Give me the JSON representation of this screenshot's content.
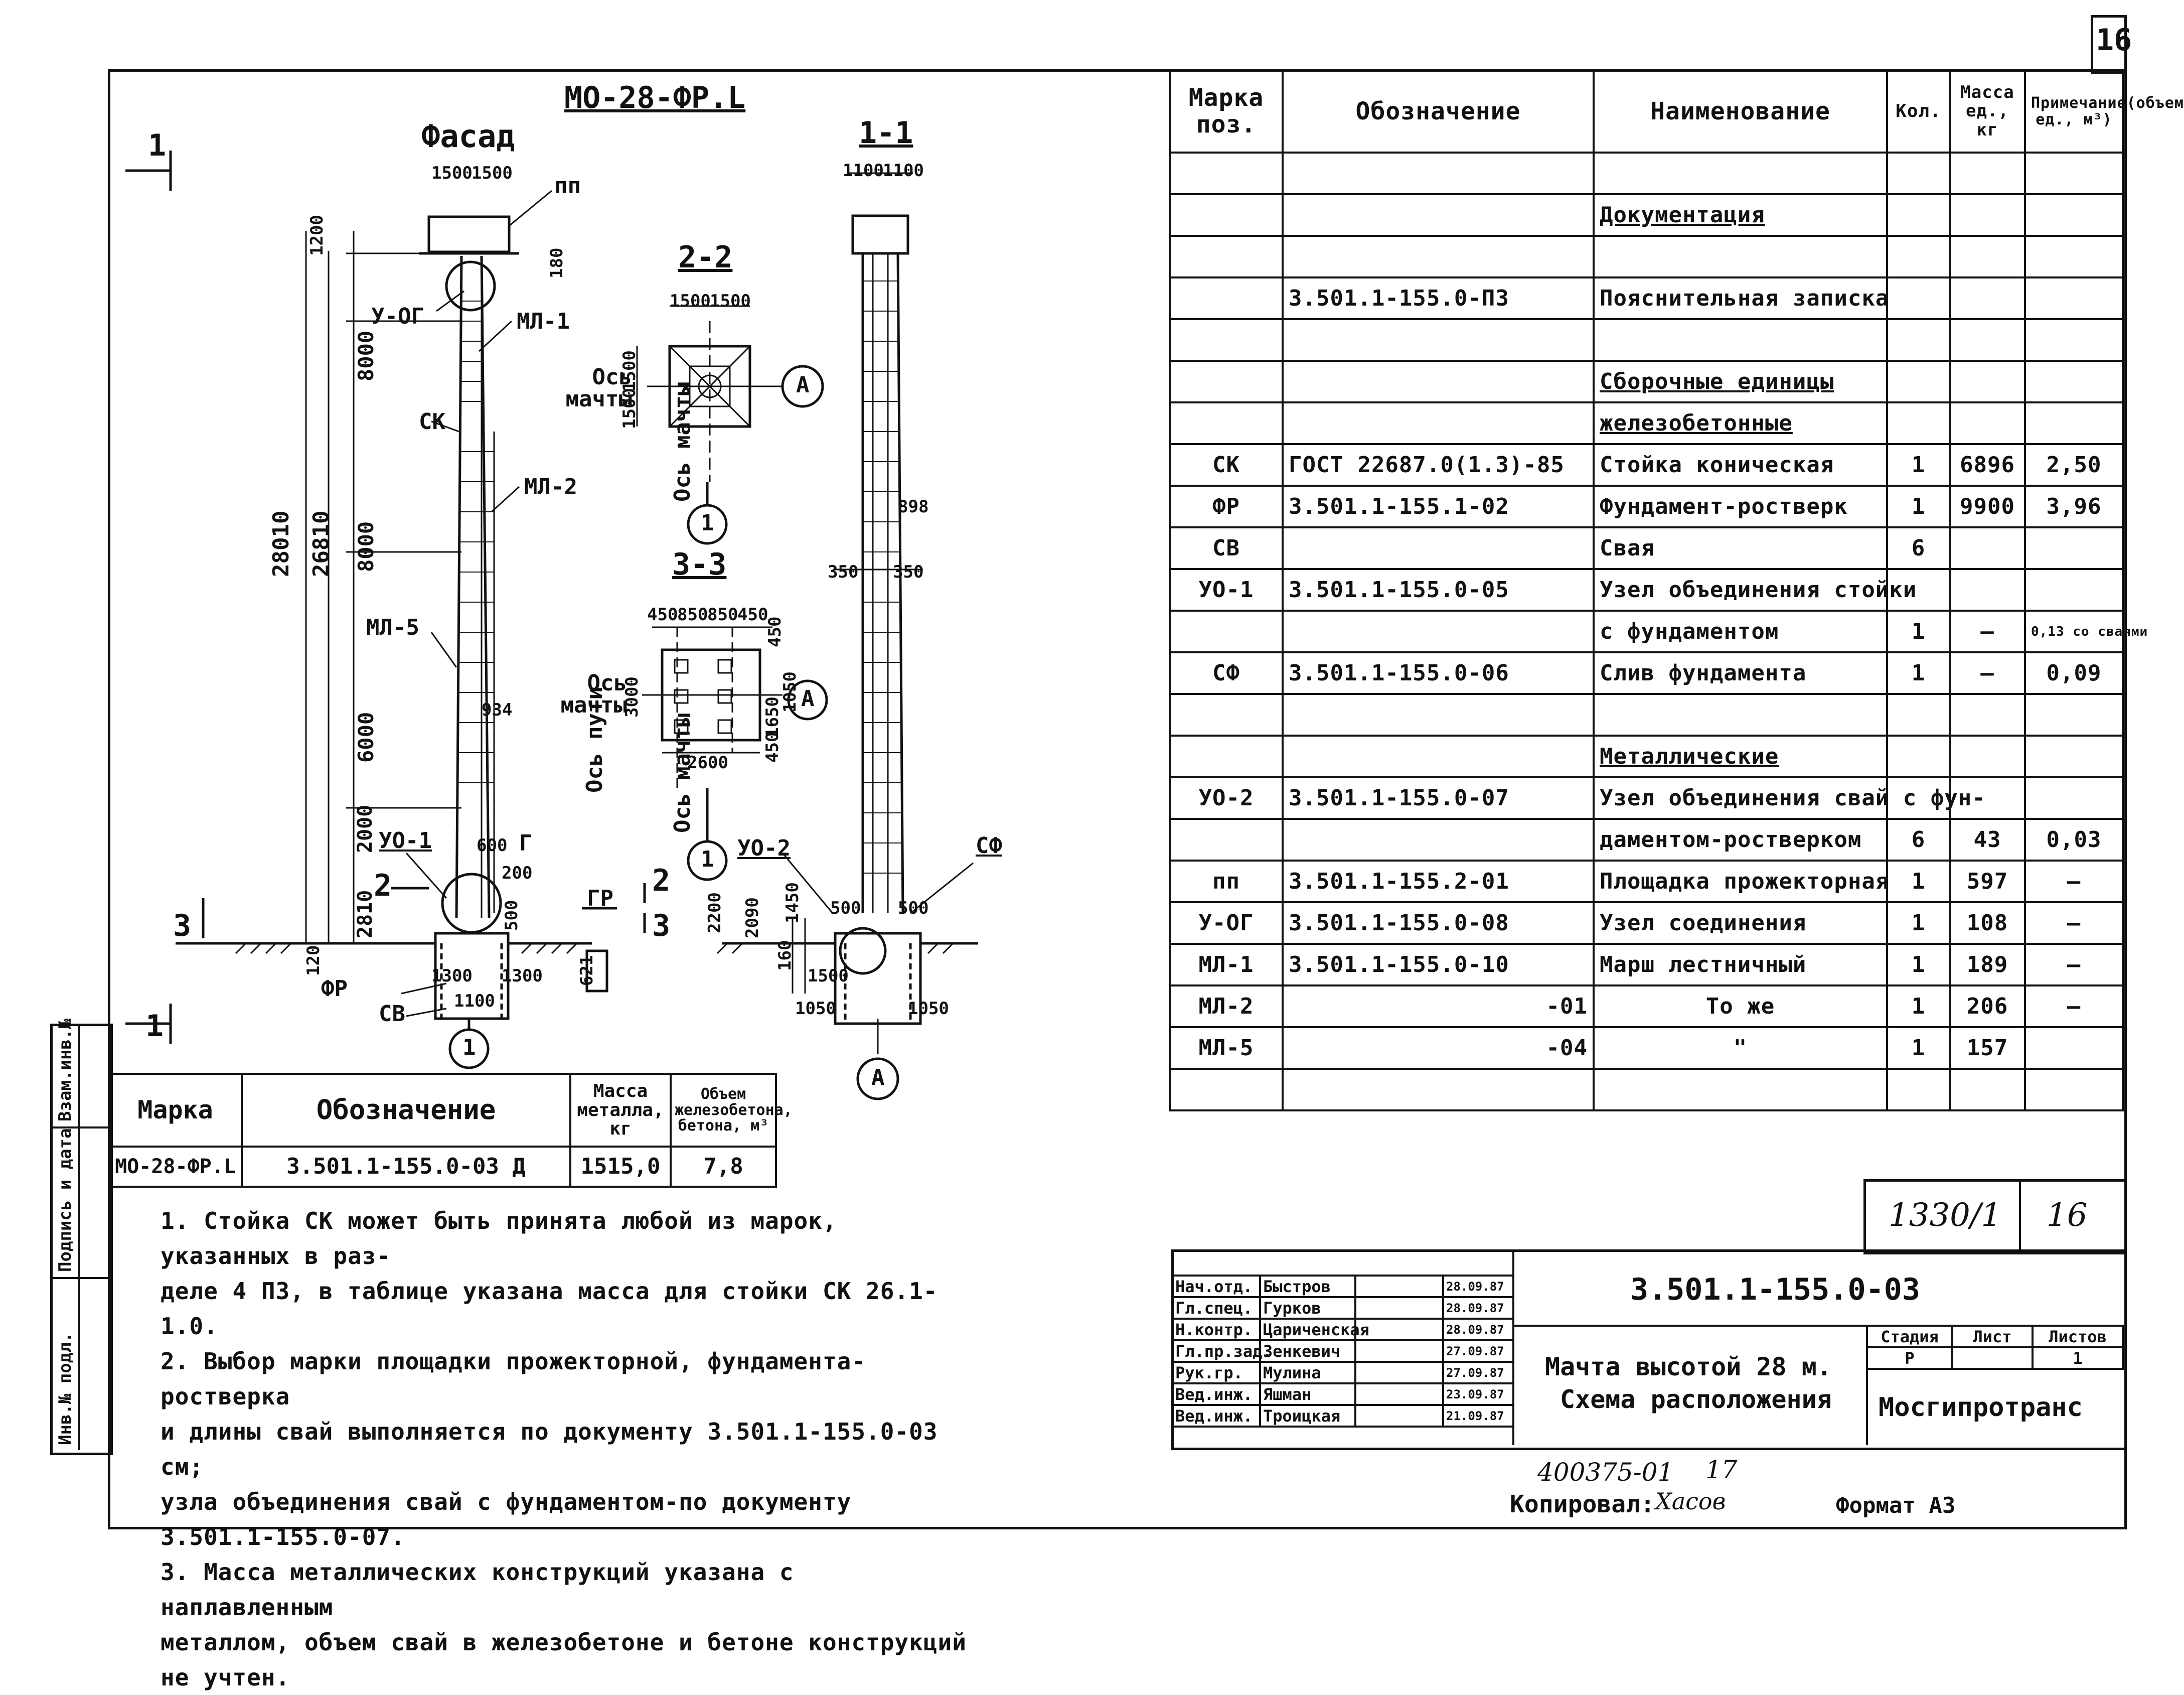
{
  "sheet_number": "16",
  "drawing": {
    "top_label": "МО-28-ФР.L",
    "facade_title": "Фасад",
    "section_11_title": "1-1",
    "section_22_title": "2-2",
    "section_33_title": "3-3",
    "callouts": {
      "pp": "пп",
      "yog": "У-ОГ",
      "ml1": "МЛ-1",
      "sk": "СК",
      "ml2": "МЛ-2",
      "ml5": "МЛ-5",
      "yo1": "УО-1",
      "yo2": "УО-2",
      "fr": "ФР",
      "sv": "СВ",
      "sf": "СФ",
      "gr": "ГР",
      "g": "Г"
    },
    "axis_labels": {
      "os_machty": "Ось мачты",
      "os_puti": "Ось пути",
      "a": "А",
      "one": "1"
    },
    "cut_marks": {
      "one": "1",
      "two": "2",
      "three": "3"
    },
    "dims": {
      "d1500a": "1500",
      "d1500b": "1500",
      "d1200": "1200",
      "d180": "180",
      "d8000a": "8000",
      "d8000b": "8000",
      "d6000": "6000",
      "d2000": "2000",
      "d2810": "2810",
      "d28010": "28010",
      "d26810": "26810",
      "d934": "934",
      "d600": "600",
      "d200": "200",
      "d500": "500",
      "d1300a": "1300",
      "d1300b": "1300",
      "d1100": "1100",
      "d120": "120",
      "d621": "621",
      "d1100a": "1100",
      "d1100b": "1100",
      "d898": "898",
      "d350a": "350",
      "d350b": "350",
      "d2200": "2200",
      "d2090": "2090",
      "d1450": "1450",
      "d160": "160",
      "d500b": "500",
      "d500c": "500",
      "d1500c": "1500",
      "d1050a": "1050",
      "d1050b": "1050",
      "d22_1500a": "1500",
      "d22_1500b": "1500",
      "d22_1500c": "1500",
      "d22_1500d": "1500",
      "d33_450a": "450",
      "d33_850a": "850",
      "d33_850b": "850",
      "d33_450b": "450",
      "d33_3000": "3000",
      "d33_2600": "2600",
      "d33_1050": "1050",
      "d33_1650": "1650",
      "d33_450c": "450",
      "d33_450d": "450"
    }
  },
  "spec_table": {
    "headers": {
      "pos": "Марка поз.",
      "oboz": "Обозначение",
      "naim": "Наименование",
      "kol": "Кол.",
      "massa": "Масса ед., кг",
      "prim": "Примечание(объем ед., м³)"
    },
    "rows": [
      {
        "pos": "",
        "oboz": "",
        "naim": "",
        "kol": "",
        "massa": "",
        "prim": ""
      },
      {
        "pos": "",
        "oboz": "",
        "naim": "Документация",
        "kol": "",
        "massa": "",
        "prim": ""
      },
      {
        "pos": "",
        "oboz": "",
        "naim": "",
        "kol": "",
        "massa": "",
        "prim": ""
      },
      {
        "pos": "",
        "oboz": "3.501.1-155.0-ПЗ",
        "naim": "Пояснительная записка",
        "kol": "",
        "massa": "",
        "prim": ""
      },
      {
        "pos": "",
        "oboz": "",
        "naim": "",
        "kol": "",
        "massa": "",
        "prim": ""
      },
      {
        "pos": "",
        "oboz": "",
        "naim": "Сборочные единицы",
        "kol": "",
        "massa": "",
        "prim": ""
      },
      {
        "pos": "",
        "oboz": "",
        "naim": "железобетонные",
        "kol": "",
        "massa": "",
        "prim": ""
      },
      {
        "pos": "СК",
        "oboz": "ГОСТ 22687.0(1.3)-85",
        "naim": "Стойка коническая",
        "kol": "1",
        "massa": "6896",
        "prim": "2,50"
      },
      {
        "pos": "ФР",
        "oboz": "3.501.1-155.1-02",
        "naim": "Фундамент-ростверк",
        "kol": "1",
        "massa": "9900",
        "prim": "3,96"
      },
      {
        "pos": "СВ",
        "oboz": "",
        "naim": "Свая",
        "kol": "6",
        "massa": "",
        "prim": ""
      },
      {
        "pos": "УО-1",
        "oboz": "3.501.1-155.0-05",
        "naim": "Узел объединения стойки",
        "kol": "",
        "massa": "",
        "prim": ""
      },
      {
        "pos": "",
        "oboz": "",
        "naim": "с фундаментом",
        "kol": "1",
        "massa": "—",
        "prim": "0,13 со сваями"
      },
      {
        "pos": "СФ",
        "oboz": "3.501.1-155.0-06",
        "naim": "Слив фундамента",
        "kol": "1",
        "massa": "—",
        "prim": "0,09"
      },
      {
        "pos": "",
        "oboz": "",
        "naim": "",
        "kol": "",
        "massa": "",
        "prim": ""
      },
      {
        "pos": "",
        "oboz": "",
        "naim": "Металлические",
        "kol": "",
        "massa": "",
        "prim": ""
      },
      {
        "pos": "УО-2",
        "oboz": "3.501.1-155.0-07",
        "naim": "Узел объединения свай с фун-",
        "kol": "",
        "massa": "",
        "prim": ""
      },
      {
        "pos": "",
        "oboz": "",
        "naim": "даментом-ростверком",
        "kol": "6",
        "massa": "43",
        "prim": "0,03"
      },
      {
        "pos": "пп",
        "oboz": "3.501.1-155.2-01",
        "naim": "Площадка прожекторная",
        "kol": "1",
        "massa": "597",
        "prim": "—"
      },
      {
        "pos": "У-ОГ",
        "oboz": "3.501.1-155.0-08",
        "naim": "Узел соединения",
        "kol": "1",
        "massa": "108",
        "prim": "—"
      },
      {
        "pos": "МЛ-1",
        "oboz": "3.501.1-155.0-10",
        "naim": "Марш лестничный",
        "kol": "1",
        "massa": "189",
        "prim": "—"
      },
      {
        "pos": "МЛ-2",
        "oboz": "-01",
        "naim": "То же",
        "kol": "1",
        "massa": "206",
        "prim": "—"
      },
      {
        "pos": "МЛ-5",
        "oboz": "-04",
        "naim": "\"",
        "kol": "1",
        "massa": "157",
        "prim": ""
      },
      {
        "pos": "",
        "oboz": "",
        "naim": "",
        "kol": "",
        "massa": "",
        "prim": ""
      }
    ]
  },
  "mark_table": {
    "headers": {
      "marka": "Марка",
      "oboz": "Обозначение",
      "massa": "Масса металла, кг",
      "obem": "Объем железобетона, бетона, м³"
    },
    "row": {
      "marka": "МО-28-ФР.L",
      "oboz": "3.501.1-155.0-03 Д",
      "massa": "1515,0",
      "obem": "7,8"
    }
  },
  "notes": [
    "1. Стойка СК может быть принята любой из марок, указанных в раз-",
    "деле 4 ПЗ, в таблице указана масса для стойки СК 26.1-1.0.",
    "2. Выбор марки площадки прожекторной, фундамента-ростверка",
    "и длины свай выполняется по документу 3.501.1-155.0-03 см;",
    "узла объединения свай с фундаментом-по документу",
    "3.501.1-155.0-07.",
    "3. Масса металлических конструкций указана с наплавленным",
    "металлом, объем свай в железобетоне и бетоне конструкций не учтен."
  ],
  "left_margin": {
    "inv_podl": "Инв.№ подл.",
    "podpis_data": "Подпись и дата",
    "vzam_inv": "Взам.инв.№"
  },
  "title_block": {
    "doc_number": "3.501.1-155.0-03",
    "sheet_code": "1330/1",
    "sheet_code_num": "16",
    "title_line1": "Мачта высотой 28 м.",
    "title_line2": "Схема расположения",
    "stadia_label": "Стадия",
    "list_label": "Лист",
    "listov_label": "Листов",
    "stadia_value": "Р",
    "list_value": "",
    "listov_value": "1",
    "org": "Мосгипротранс",
    "people": [
      {
        "role": "Нач.отд.",
        "name": "Быстров",
        "date": "28.09.87"
      },
      {
        "role": "Гл.спец.",
        "name": "Гурков",
        "date": "28.09.87"
      },
      {
        "role": "Н.контр.",
        "name": "Цариченская",
        "date": "28.09.87"
      },
      {
        "role": "Гл.пр.зад.",
        "name": "Зенкевич",
        "date": "27.09.87"
      },
      {
        "role": "Рук.гр.",
        "name": "Мулина",
        "date": "27.09.87"
      },
      {
        "role": "Вед.инж.",
        "name": "Яшман",
        "date": "23.09.87"
      },
      {
        "role": "Вед.инж.",
        "name": "Троицкая",
        "date": "21.09.87"
      }
    ]
  },
  "footer": {
    "archive": "400375-01",
    "archive_num": "17",
    "copied_label": "Копировал:",
    "copied_sign": "Хасов",
    "format": "Формат А3"
  }
}
